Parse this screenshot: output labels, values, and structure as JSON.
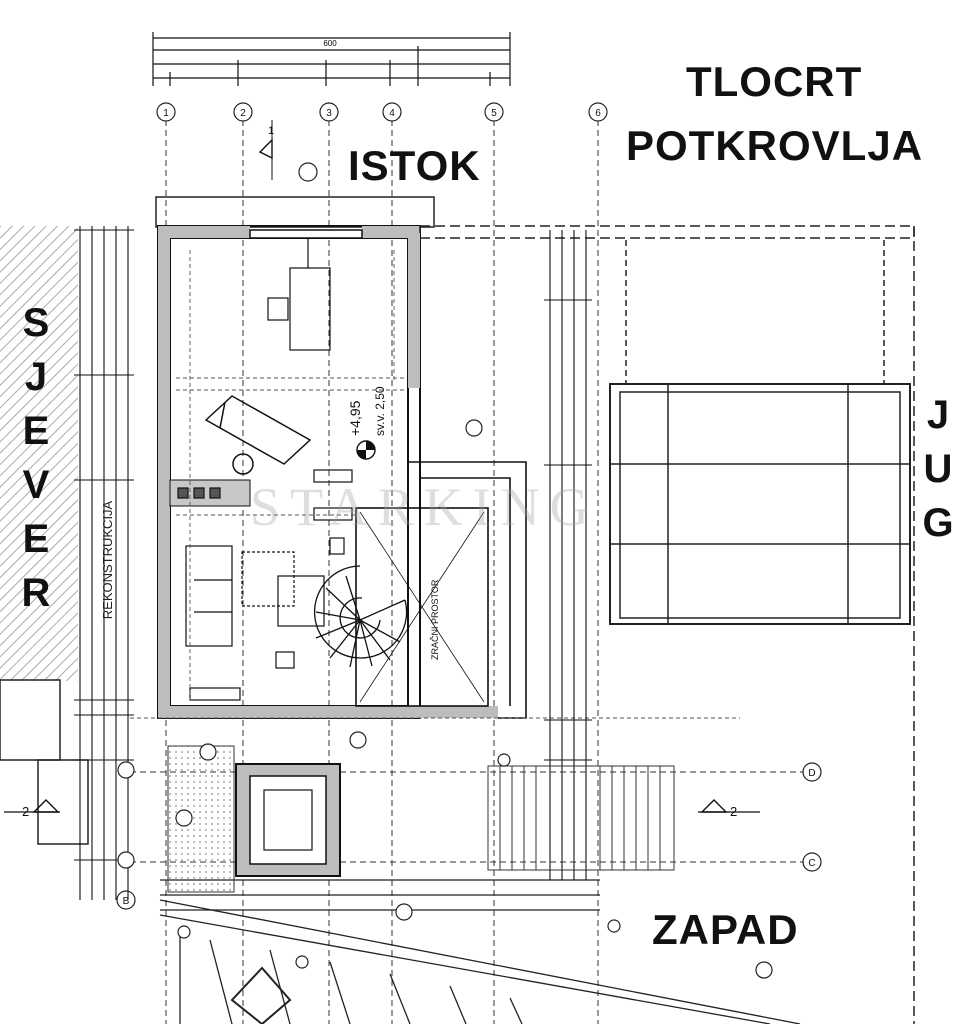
{
  "labels": {
    "title_line1": "TLOCRT",
    "title_line2": "POTKROVLJA",
    "east": "ISTOK",
    "west": "ZAPAD",
    "north_letters": [
      "S",
      "J",
      "E",
      "V",
      "E",
      "R"
    ],
    "south_letters": [
      "J",
      "U",
      "G"
    ]
  },
  "annotations": {
    "elevation": "+4,95",
    "height": "sv.v. 2,50",
    "stair_room": "ZRAČNI PROSTOR",
    "reconstruction": "REKONSTRUKCIJA",
    "section_marker": "2",
    "section_marker_top": "1",
    "dim_top": "600",
    "watermark": "STARKING"
  },
  "axes": [
    "1",
    "2",
    "3",
    "4",
    "5",
    "6"
  ],
  "axes_side": [
    "D",
    "C",
    "B"
  ],
  "colors": {
    "line": "#111111",
    "wall": "#1a1a1a",
    "hatch": "#9a9a9a",
    "wall_fill": "#bdbdbd"
  }
}
